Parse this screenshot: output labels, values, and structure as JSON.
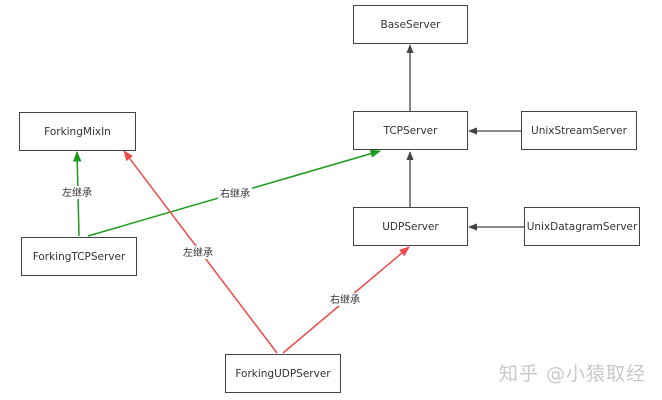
{
  "nodes": [
    {
      "id": "BaseServer",
      "label": "BaseServer"
    },
    {
      "id": "TCPServer",
      "label": "TCPServer"
    },
    {
      "id": "UnixStreamServer",
      "label": "UnixStreamServer"
    },
    {
      "id": "UDPServer",
      "label": "UDPServer"
    },
    {
      "id": "UnixDatagramServer",
      "label": "UnixDatagramServer"
    },
    {
      "id": "ForkingMixIn",
      "label": "ForkingMixIn"
    },
    {
      "id": "ForkingTCPServer",
      "label": "ForkingTCPServer"
    },
    {
      "id": "ForkingUDPServer",
      "label": "ForkingUDPServer"
    }
  ],
  "edges": [
    {
      "from": "TCPServer",
      "to": "BaseServer",
      "label": "",
      "color": "#444444"
    },
    {
      "from": "UnixStreamServer",
      "to": "TCPServer",
      "label": "",
      "color": "#444444"
    },
    {
      "from": "UDPServer",
      "to": "TCPServer",
      "label": "",
      "color": "#444444"
    },
    {
      "from": "UnixDatagramServer",
      "to": "UDPServer",
      "label": "",
      "color": "#444444"
    },
    {
      "from": "ForkingTCPServer",
      "to": "ForkingMixIn",
      "label": "左继承",
      "color": "#1a9a1a"
    },
    {
      "from": "ForkingTCPServer",
      "to": "TCPServer",
      "label": "右继承",
      "color": "#1a9a1a"
    },
    {
      "from": "ForkingUDPServer",
      "to": "ForkingMixIn",
      "label": "左继承",
      "color": "#f04a4a"
    },
    {
      "from": "ForkingUDPServer",
      "to": "UDPServer",
      "label": "右继承",
      "color": "#f04a4a"
    }
  ],
  "watermark": "知乎 @小猿取经"
}
